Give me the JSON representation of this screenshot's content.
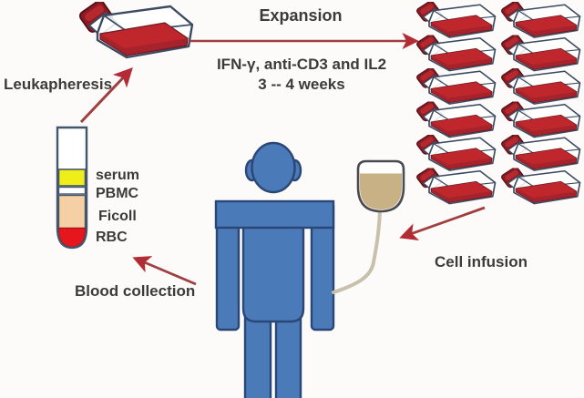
{
  "figure": {
    "description": "Adoptive cell therapy cycle diagram",
    "process_labels": {
      "leukapheresis": "Leukapheresis",
      "expansion": "Expansion",
      "expansion_reagents": "IFN-γ, anti-CD3 and IL2",
      "expansion_duration": "3 -- 4 weeks",
      "blood_collection": "Blood collection",
      "cell_infusion": "Cell infusion"
    },
    "tube_layers": [
      {
        "label": "serum",
        "color": "#f0ee18"
      },
      {
        "label": "PBMC",
        "color": "#ffffff"
      },
      {
        "label": "Ficoll",
        "color": "#f5d0a4"
      },
      {
        "label": "RBC",
        "color": "#e6161d"
      }
    ],
    "flask_grid": {
      "rows": 6,
      "columns": 2,
      "count": 12
    },
    "colors": {
      "arrow_line": "#a03f3f",
      "arrow_head": "#b32c35",
      "flask_outline": "#3c4a62",
      "flask_medium": "#c0272d",
      "flask_medium_shade": "#a6232b",
      "flask_cap": "#8e1b24",
      "person_fill": "#4a7ab8",
      "person_outline": "#2a4676",
      "iv_fluid": "#c8b184",
      "iv_bag_outline": "#4a4a52",
      "iv_tube": "#c9c0ac",
      "tube_outline": "#44566e",
      "label_text": "#3b3b3b",
      "background": "#fcfbf9"
    }
  }
}
